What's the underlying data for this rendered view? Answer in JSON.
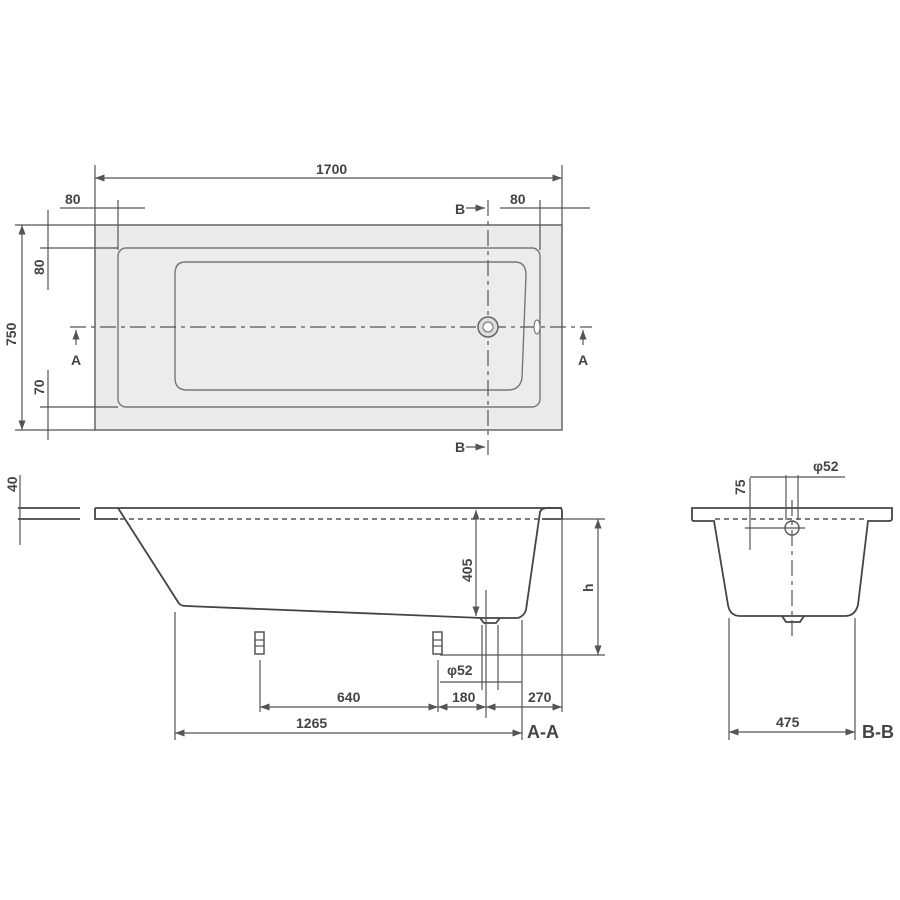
{
  "title": "Bathtub dimension drawing",
  "top_view": {
    "length": "1700",
    "rim_left": "80",
    "rim_right": "80",
    "width": "750",
    "rim_top": "80",
    "rim_bottom": "70",
    "section_a_left": "A",
    "section_a_right": "A",
    "section_b_top": "B",
    "section_b_bottom": "B"
  },
  "section_aa": {
    "rim_thickness": "40",
    "depth": "405",
    "height": "h",
    "drain_diameter": "φ52",
    "leg_spacing": "640",
    "drain_offset": "180",
    "end_offset": "270",
    "floor_length": "1265",
    "label": "A-A"
  },
  "section_bb": {
    "overflow_height": "75",
    "overflow_diameter": "φ52",
    "floor_width": "475",
    "label": "B-B"
  }
}
